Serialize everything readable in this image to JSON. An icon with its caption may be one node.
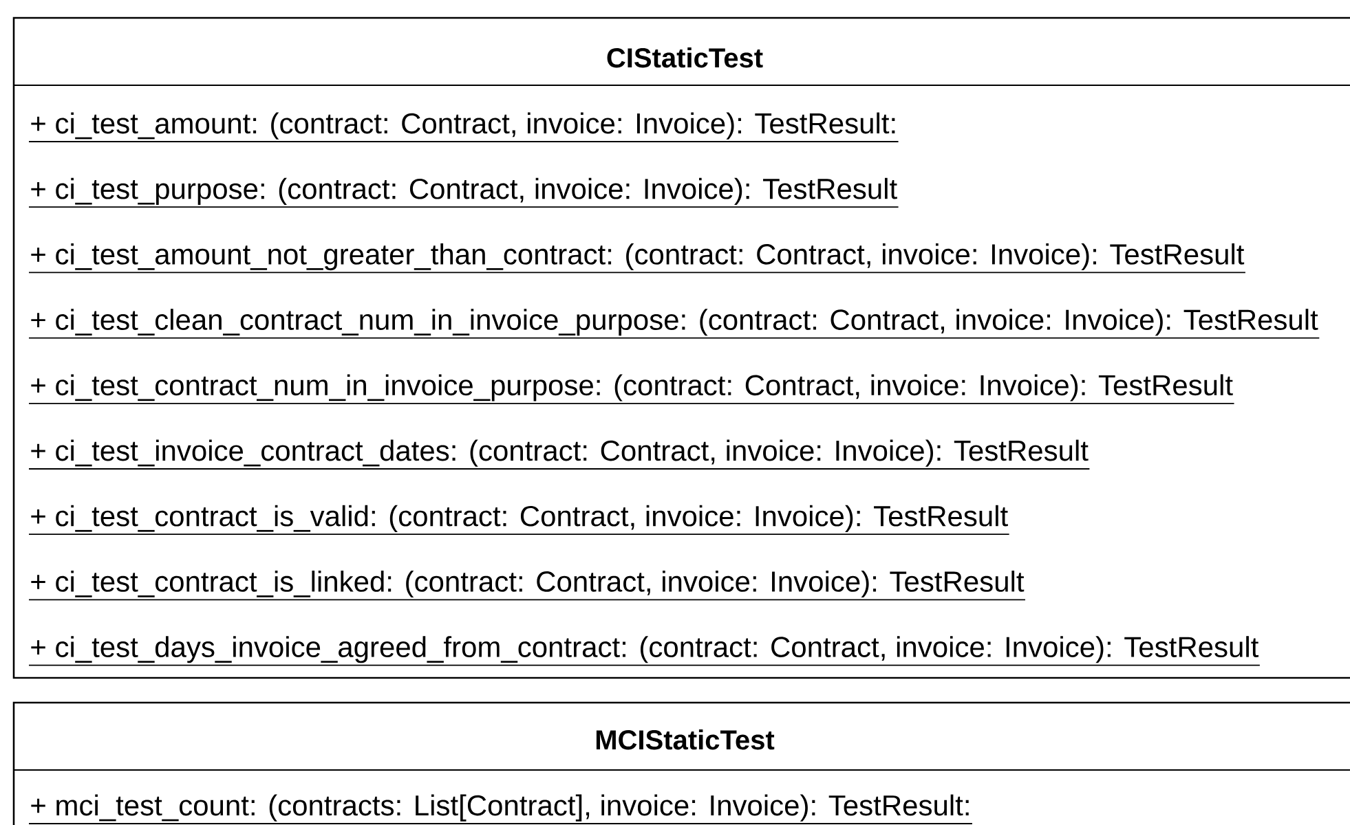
{
  "diagram": {
    "nodes": [
      {
        "text": [
          "CIStaticTest",
          "+ ci_test_amount: (contract: Contract, invoice: Invoice): TestResult:",
          "+ ci_test_purpose: (contract: Contract, invoice: Invoice): TestResult",
          "+ ci_test_amount_not_greater_than_contract: (contract: Contract, invoice: Invoice): TestResult",
          "+ ci_test_clean_contract_num_in_invoice_purpose: (contract: Contract, invoice: Invoice): TestResult",
          "+ ci_test_contract_num_in_invoice_purpose: (contract: Contract, invoice: Invoice): TestResult",
          "+ ci_test_invoice_contract_dates: (contract: Contract, invoice: Invoice): TestResult",
          "+ ci_test_contract_is_valid: (contract: Contract, invoice: Invoice): TestResult",
          "+ ci_test_contract_is_linked: (contract: Contract, invoice: Invoice): TestResult",
          "+ ci_test_days_invoice_agreed_from_contract: (contract: Contract, invoice: Invoice): TestResult"
        ]
      },
      {
        "text": [
          "MCIStaticTest",
          "+ mci_test_count: (contracts: List[Contract], invoice: Invoice): TestResult:"
        ]
      }
    ]
  }
}
